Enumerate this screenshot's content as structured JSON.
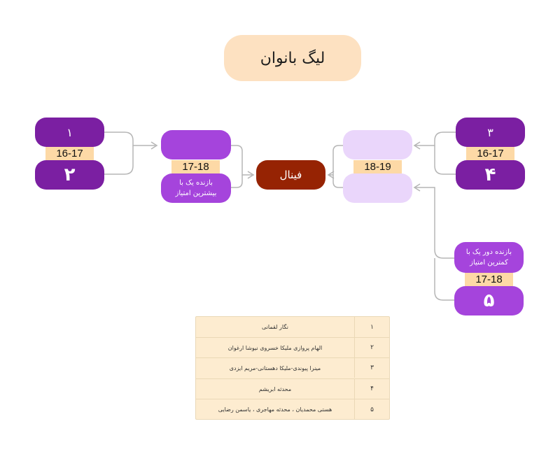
{
  "title": "لیگ بانوان",
  "final_label": "فینال",
  "left_group": {
    "top_seed": "۱",
    "band_year": "16-17",
    "bottom_seed": "۲"
  },
  "left_semi": {
    "band_year": "17-18",
    "note": "بازنده یک با بیشترین امتیاز"
  },
  "right_semi": {
    "band_year": "18-19"
  },
  "right_group": {
    "top_seed": "۳",
    "band_year": "16-17",
    "bottom_seed": "۴"
  },
  "right_lower": {
    "note": "بازنده دور یک با کمترین امتیاز",
    "band_year": "17-18",
    "seed": "۵"
  },
  "table": {
    "rows": [
      {
        "num": "۱",
        "name": "نگار لقمانی"
      },
      {
        "num": "۲",
        "name": "الهام پروازی ملیکا  خسروی نیوشا ارغوان"
      },
      {
        "num": "۳",
        "name": "مینرا پیوندی-ملیکا  دهستانی-مریم ایزدی"
      },
      {
        "num": "۴",
        "name": "محدثه ابریشم"
      },
      {
        "num": "۵",
        "name": "هستی محمدیان ، محدثه  مهاجری ، یاسمن رضایی"
      }
    ]
  },
  "colors": {
    "dark_purple": "#7b1fa2",
    "mid_purple": "#a544dc",
    "light_purple": "#ead6fb",
    "band": "#fdd9a6",
    "final": "#962303",
    "title_bg": "#fde1c1",
    "table_bg": "#fdecd0"
  }
}
